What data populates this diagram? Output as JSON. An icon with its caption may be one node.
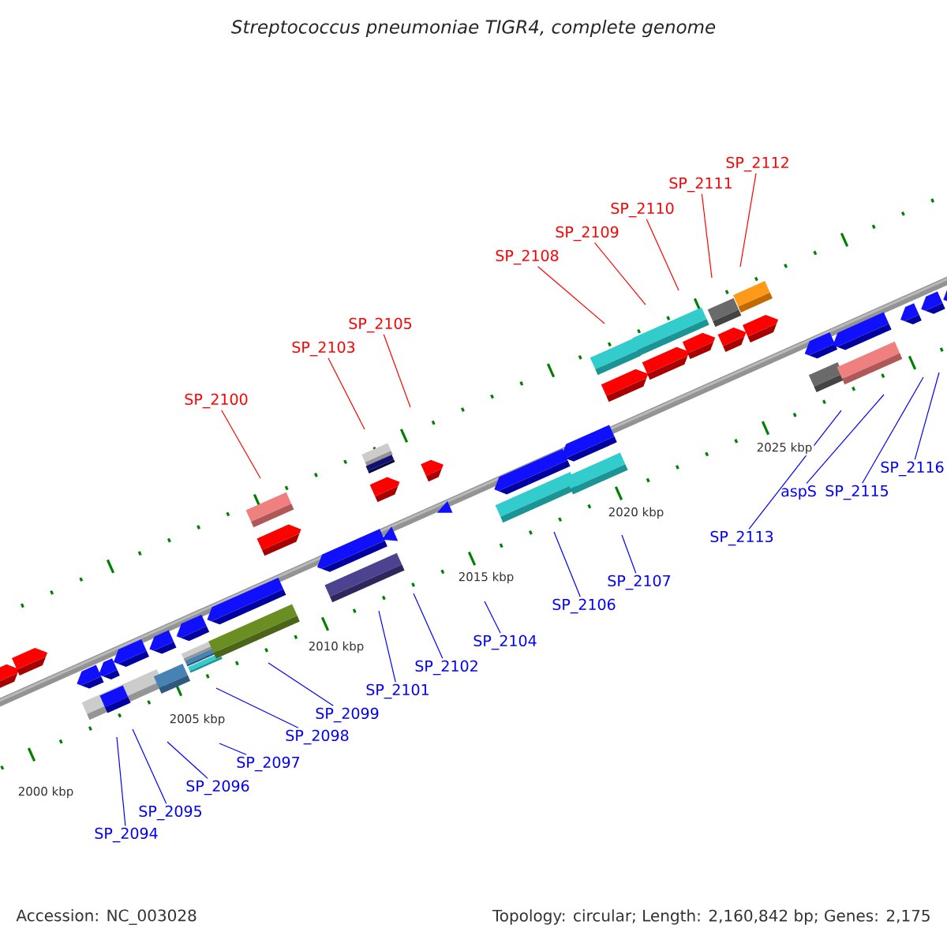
{
  "diagram": {
    "title": "Streptococcus pneumoniae TIGR4, complete genome",
    "nodes": [
      {
        "text": [
          "SP_2100"
        ]
      },
      {
        "text": [
          "SP_2103"
        ]
      },
      {
        "text": [
          "SP_2105"
        ]
      },
      {
        "text": [
          "SP_2108"
        ]
      },
      {
        "text": [
          "SP_2109"
        ]
      },
      {
        "text": [
          "SP_2110"
        ]
      },
      {
        "text": [
          "SP_2111"
        ]
      },
      {
        "text": [
          "SP_2112"
        ]
      },
      {
        "text": [
          "SP_2094"
        ]
      },
      {
        "text": [
          "SP_2095"
        ]
      },
      {
        "text": [
          "SP_2096"
        ]
      },
      {
        "text": [
          "SP_2097"
        ]
      },
      {
        "text": [
          "SP_2098"
        ]
      },
      {
        "text": [
          "SP_2099"
        ]
      },
      {
        "text": [
          "SP_2101"
        ]
      },
      {
        "text": [
          "SP_2102"
        ]
      },
      {
        "text": [
          "SP_2104"
        ]
      },
      {
        "text": [
          "SP_2106"
        ]
      },
      {
        "text": [
          "SP_2107"
        ]
      },
      {
        "text": [
          "SP_2113"
        ]
      },
      {
        "text": [
          "aspS"
        ]
      },
      {
        "text": [
          "SP_2115"
        ]
      },
      {
        "text": [
          "SP_2116"
        ]
      }
    ],
    "edges": [
      {
        "from": 0,
        "to": null,
        "arrow": "none",
        "color": "#ff0000"
      },
      {
        "from": 1,
        "to": null,
        "arrow": "none",
        "color": "#ff0000"
      },
      {
        "from": 2,
        "to": null,
        "arrow": "none",
        "color": "#ff0000"
      },
      {
        "from": 3,
        "to": null,
        "arrow": "none",
        "color": "#ff0000"
      },
      {
        "from": 4,
        "to": null,
        "arrow": "none",
        "color": "#ff0000"
      },
      {
        "from": 5,
        "to": null,
        "arrow": "none",
        "color": "#ff0000"
      },
      {
        "from": 6,
        "to": null,
        "arrow": "none",
        "color": "#ff0000"
      },
      {
        "from": 7,
        "to": null,
        "arrow": "none",
        "color": "#ff0000"
      },
      {
        "from": 8,
        "to": null,
        "arrow": "none"
      },
      {
        "from": 9,
        "to": null,
        "arrow": "none"
      },
      {
        "from": 10,
        "to": null,
        "arrow": "none"
      },
      {
        "from": 11,
        "to": null,
        "arrow": "none"
      },
      {
        "from": 12,
        "to": null,
        "arrow": "none"
      },
      {
        "from": 13,
        "to": null,
        "arrow": "none"
      },
      {
        "from": 14,
        "to": null,
        "arrow": "none"
      },
      {
        "from": 15,
        "to": null,
        "arrow": "none"
      },
      {
        "from": 16,
        "to": null,
        "arrow": "none"
      },
      {
        "from": 17,
        "to": null,
        "arrow": "none"
      },
      {
        "from": 18,
        "to": null,
        "arrow": "none"
      },
      {
        "from": 19,
        "to": null,
        "arrow": "none"
      },
      {
        "from": 20,
        "to": null,
        "arrow": "none"
      },
      {
        "from": 21,
        "to": null,
        "arrow": "none"
      },
      {
        "from": 22,
        "to": null,
        "arrow": "none"
      }
    ],
    "labels": [
      "2000 kbp",
      "2005 kbp",
      "2010 kbp",
      "2015 kbp",
      "2020 kbp",
      "2025 kbp",
      "Accession: NC_003028",
      "Topology: circular; Length: 2,160,842 bp; Genes: 2,175"
    ]
  }
}
